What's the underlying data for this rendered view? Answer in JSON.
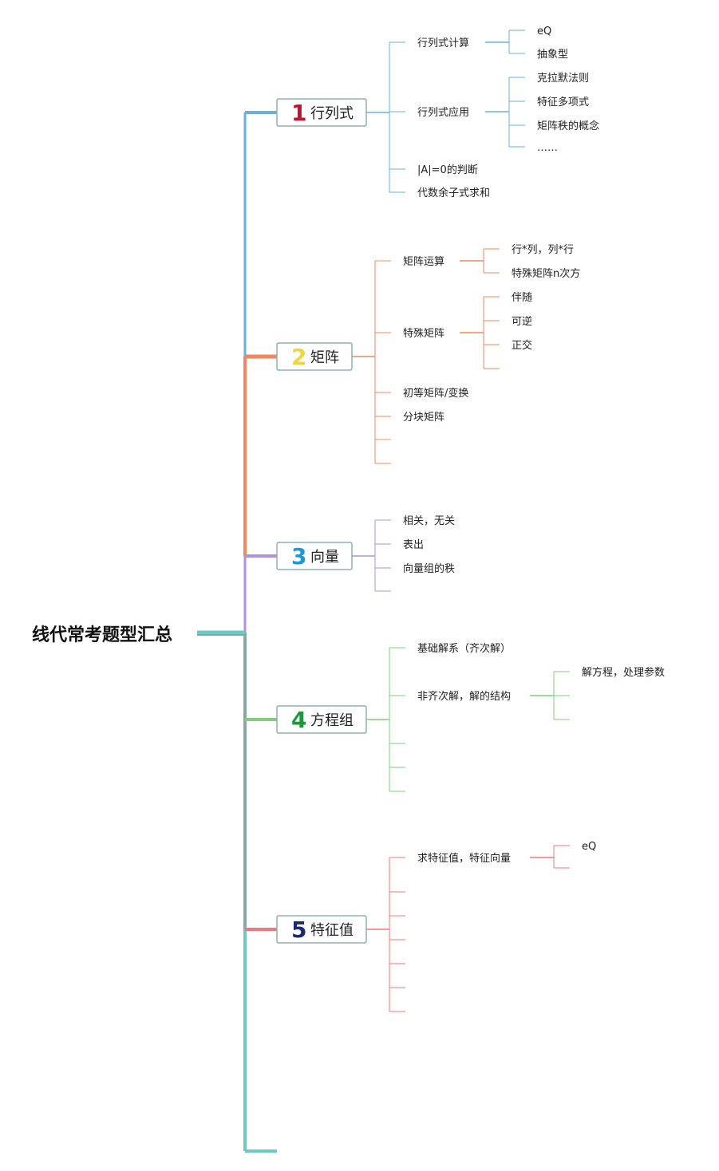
{
  "root": {
    "label": "线代常考题型汇总"
  },
  "branches": [
    {
      "id": "determinant",
      "number": "1",
      "label": "行列式",
      "color": "#6ab0d8",
      "number_color": "#c8102e",
      "children": [
        {
          "label": "行列式计算",
          "children": [
            {
              "label": "eQ"
            },
            {
              "label": "抽象型"
            }
          ]
        },
        {
          "label": "行列式应用",
          "children": [
            {
              "label": "克拉默法则"
            },
            {
              "label": "特征多项式"
            },
            {
              "label": "矩阵秩的概念"
            },
            {
              "label": "……"
            }
          ]
        },
        {
          "label": "|A|=0的判断"
        },
        {
          "label": "代数余子式求和"
        }
      ]
    },
    {
      "id": "matrix",
      "number": "2",
      "label": "矩阵",
      "color": "#f08a5d",
      "number_color": "#f2d43c",
      "children": [
        {
          "label": "矩阵运算",
          "children": [
            {
              "label": "行*列，列*行"
            },
            {
              "label": "特殊矩阵n次方"
            }
          ]
        },
        {
          "label": "特殊矩阵",
          "children": [
            {
              "label": "伴随"
            },
            {
              "label": "可逆"
            },
            {
              "label": "正交"
            },
            {
              "label": ""
            }
          ]
        },
        {
          "label": "初等矩阵/变换"
        },
        {
          "label": "分块矩阵"
        },
        {
          "label": ""
        },
        {
          "label": ""
        }
      ]
    },
    {
      "id": "vector",
      "number": "3",
      "label": "向量",
      "color": "#b091de",
      "number_color": "#1e96d8",
      "children": [
        {
          "label": "相关，无关"
        },
        {
          "label": "表出"
        },
        {
          "label": "向量组的秩"
        },
        {
          "label": ""
        }
      ]
    },
    {
      "id": "equations",
      "number": "4",
      "label": "方程组",
      "color": "#7fcf7a",
      "number_color": "#1a9a3a",
      "children": [
        {
          "label": "基础解系（齐次解）"
        },
        {
          "label": "非齐次解，解的结构",
          "children": [
            {
              "label": "解方程，处理参数"
            },
            {
              "label": ""
            },
            {
              "label": ""
            }
          ]
        },
        {
          "label": ""
        },
        {
          "label": ""
        },
        {
          "label": ""
        }
      ]
    },
    {
      "id": "eigen",
      "number": "5",
      "label": "特征值",
      "color": "#f07878",
      "number_color": "#1c2a6e",
      "children": [
        {
          "label": "求特征值，特征向量",
          "children": [
            {
              "label": "eQ"
            },
            {
              "label": ""
            }
          ]
        },
        {
          "label": ""
        },
        {
          "label": ""
        },
        {
          "label": ""
        },
        {
          "label": ""
        },
        {
          "label": ""
        },
        {
          "label": ""
        }
      ]
    }
  ],
  "trunk_tail_color": "#6cc9c4"
}
